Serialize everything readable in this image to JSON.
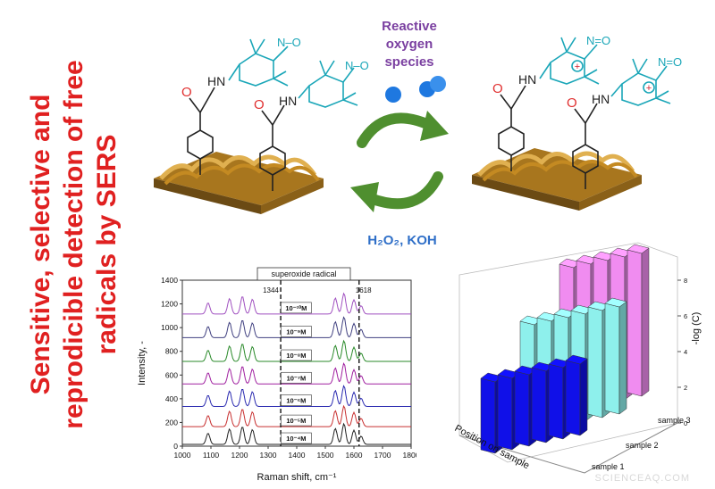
{
  "title_lines": [
    "Sensitive, selective and",
    "reprodicible detection of free",
    "radicals by SERS"
  ],
  "scheme": {
    "top_label_line1": "Reactive",
    "top_label_line2": "oxygen",
    "top_label_line3": "species",
    "bottom_label": "H₂O₂, KOH",
    "colors": {
      "purple_label": "#7a3fa0",
      "blue_label": "#2f6fc8",
      "molecule": "#1aa6b8",
      "arrow": "#4f8f2f",
      "surface": "#c8962a"
    }
  },
  "molecule_labels": {
    "hn": "HN",
    "nitroxide": "N–O",
    "oxoammonium": "N=O",
    "plus": "+",
    "oxygen": "O"
  },
  "spectra_chart": {
    "header": "superoxide radical",
    "peak1": "1344",
    "peak2": "1618",
    "xlabel": "Raman shift, cm⁻¹",
    "ylabel": "Intensity, -"
  },
  "bar3d": {
    "xlabel": "Position on sample",
    "zlabel": "-log (C)",
    "samples": [
      "sample 1",
      "sample 2",
      "sample 3"
    ],
    "colors": [
      "#1010e8",
      "#8ef0ec",
      "#f08cf0"
    ]
  },
  "watermark": "SCIENCEAQ.COM",
  "chart_data": [
    {
      "type": "line",
      "title": "superoxide radical",
      "xlabel": "Raman shift, cm⁻¹",
      "ylabel": "Intensity, -",
      "xlim": [
        1000,
        1800
      ],
      "ylim": [
        0,
        1400
      ],
      "x_ticks": [
        1000,
        1100,
        1200,
        1300,
        1400,
        1500,
        1600,
        1700,
        1800
      ],
      "y_ticks": [
        0,
        200,
        400,
        600,
        800,
        1000,
        1200,
        1400
      ],
      "series": [
        {
          "name": "10⁻⁴M",
          "offset": 0,
          "color": "#222222"
        },
        {
          "name": "10⁻⁵M",
          "offset": 150,
          "color": "#c83030"
        },
        {
          "name": "10⁻⁶M",
          "offset": 320,
          "color": "#2a2ab0"
        },
        {
          "name": "10⁻⁷M",
          "offset": 510,
          "color": "#a020a0"
        },
        {
          "name": "10⁻⁸M",
          "offset": 700,
          "color": "#2a8a2a"
        },
        {
          "name": "10⁻⁹M",
          "offset": 900,
          "color": "#404080"
        },
        {
          "name": "10⁻¹⁰M",
          "offset": 1100,
          "color": "#a050c0"
        }
      ],
      "peaks": [
        {
          "x": 1090,
          "h": 95
        },
        {
          "x": 1165,
          "h": 130
        },
        {
          "x": 1210,
          "h": 150
        },
        {
          "x": 1245,
          "h": 125
        },
        {
          "x": 1535,
          "h": 135
        },
        {
          "x": 1565,
          "h": 175
        },
        {
          "x": 1600,
          "h": 120
        },
        {
          "x": 1625,
          "h": 70
        }
      ],
      "markers": [
        1344,
        1618
      ]
    },
    {
      "type": "bar",
      "title": "",
      "xlabel": "Position on sample",
      "zlabel": "-log (C)",
      "categories": [
        "sample 1",
        "sample 2",
        "sample 3"
      ],
      "z_ticks": [
        0,
        2,
        4,
        6,
        8
      ],
      "zlim": [
        0,
        9
      ],
      "series": [
        {
          "name": "sample 1",
          "values": [
            4,
            4,
            4,
            4,
            4,
            4
          ]
        },
        {
          "name": "sample 2",
          "values": [
            6,
            6,
            6,
            6,
            6,
            6
          ]
        },
        {
          "name": "sample 3",
          "values": [
            8,
            8,
            8,
            8,
            8
          ]
        }
      ]
    }
  ]
}
